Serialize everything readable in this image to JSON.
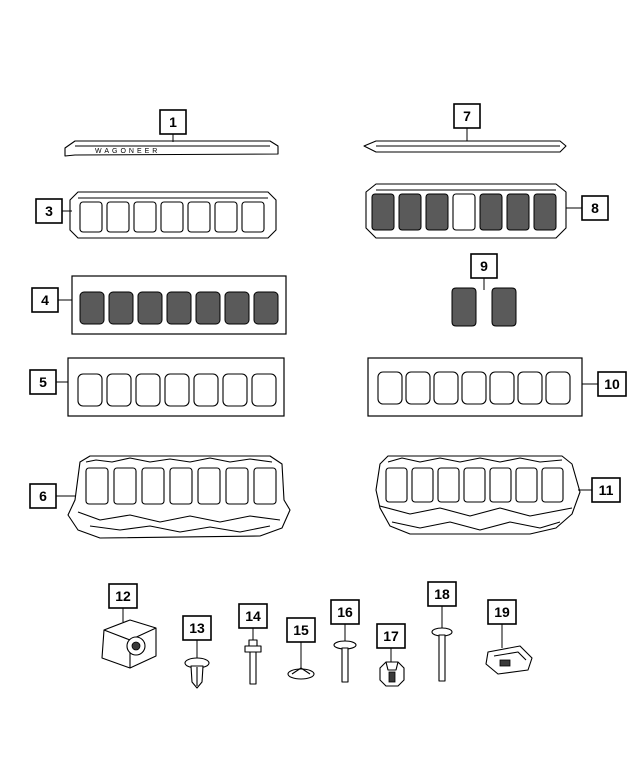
{
  "callouts": [
    {
      "label": "1"
    },
    {
      "label": "3"
    },
    {
      "label": "4"
    },
    {
      "label": "5"
    },
    {
      "label": "6"
    },
    {
      "label": "7"
    },
    {
      "label": "8"
    },
    {
      "label": "9"
    },
    {
      "label": "10"
    },
    {
      "label": "11"
    },
    {
      "label": "12"
    },
    {
      "label": "13"
    },
    {
      "label": "14"
    },
    {
      "label": "15"
    },
    {
      "label": "16"
    },
    {
      "label": "17"
    },
    {
      "label": "18"
    },
    {
      "label": "19"
    }
  ],
  "badge": {
    "text": "WAGONEER"
  },
  "colors": {
    "line": "#000000",
    "mesh": "#5a5a5a",
    "background": "#ffffff"
  }
}
